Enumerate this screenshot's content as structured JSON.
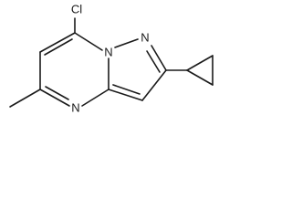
{
  "atoms": [
    {
      "id": "Cl",
      "label": "Cl"
    },
    {
      "id": "N7a",
      "label": "N"
    },
    {
      "id": "N1",
      "label": "N"
    },
    {
      "id": "N4",
      "label": "N"
    }
  ],
  "substituents": [
    "Cl",
    "cyclopropyl",
    "methyl"
  ]
}
